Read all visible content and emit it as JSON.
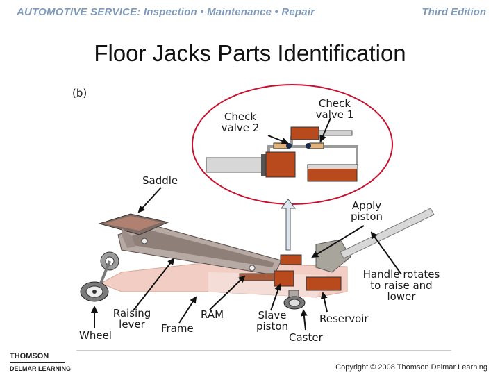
{
  "header": {
    "book_title": "AUTOMOTIVE SERVICE: Inspection • Maintenance • Repair",
    "edition": "Third Edition"
  },
  "slide": {
    "title": "Floor Jacks Parts Identification"
  },
  "diagram": {
    "panel_label": "(b)",
    "labels": {
      "check_valve_2": [
        "Check",
        "valve 2"
      ],
      "check_valve_1": [
        "Check",
        "valve 1"
      ],
      "saddle": "Saddle",
      "apply_piston": [
        "Apply",
        "piston"
      ],
      "handle": [
        "Handle rotates",
        "to raise and",
        "lower"
      ],
      "raising_lever": [
        "Raising",
        "lever"
      ],
      "ram": "RAM",
      "slave_piston": [
        "Slave",
        "piston"
      ],
      "reservoir": "Reservoir",
      "wheel": "Wheel",
      "frame": "Frame",
      "caster": "Caster"
    }
  },
  "footer": {
    "logo_top": "THOMSON",
    "logo_bottom": "DELMAR LEARNING",
    "copyright": "Copyright © 2008 Thomson Delmar Learning"
  }
}
